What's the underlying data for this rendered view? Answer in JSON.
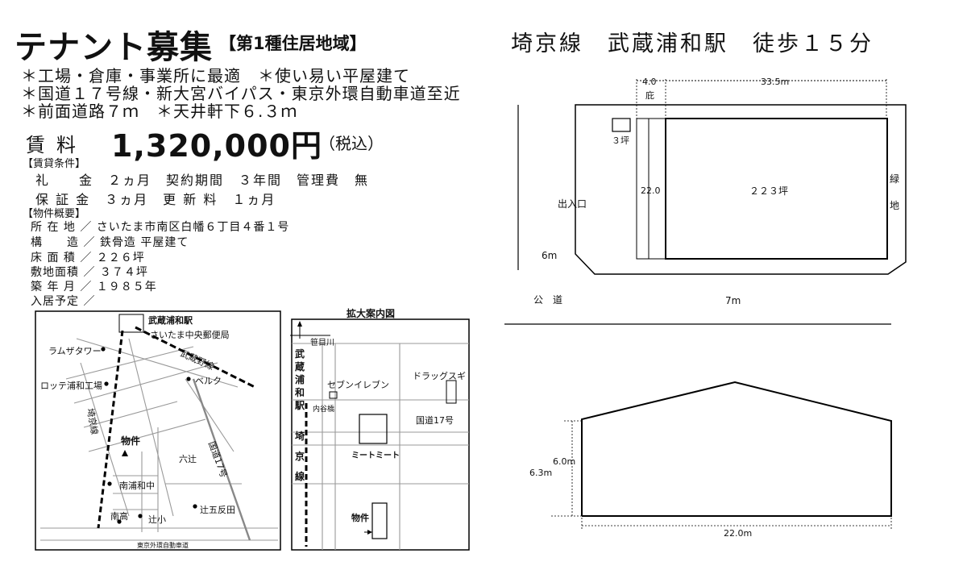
{
  "header": {
    "title": "テナント募集",
    "zone": "【第1種住居地域】",
    "features": [
      "＊工場・倉庫・事業所に最適　＊使い易い平屋建て",
      "＊国道１７号線・新大宮バイパス・東京外環自動車道至近",
      "＊前面道路７ｍ　＊天井軒下６.３ｍ"
    ]
  },
  "rent": {
    "label": "賃料",
    "amount": "1,320,000円",
    "tax": "（税込）"
  },
  "conditions": {
    "heading": "【賃貸条件】",
    "lines": [
      "礼　　金　２ヵ月　契約期間　３年間　管理費　無",
      "保 証 金　３ヵ月　更 新 料　１ヵ月"
    ]
  },
  "property": {
    "heading": "【物件概要】",
    "rows": [
      "所 在 地 ／ さいたま市南区白幡６丁目４番１号",
      "構　　造 ／ 鉄骨造 平屋建て",
      "床 面 積 ／ ２２６坪",
      "敷地面積 ／ ３７４坪",
      "築 年 月 ／ １９８５年",
      "入居予定 ／"
    ]
  },
  "access": {
    "station": "埼京線　武蔵浦和駅　徒歩１５分"
  },
  "site_plan": {
    "dim_gap": "4.0",
    "dim_eave": "庇",
    "dim_width": "33.5m",
    "small_area": "３坪",
    "depth": "22.0",
    "main_area": "２２３坪",
    "green": [
      "緑",
      "地"
    ],
    "entrance": "出入口",
    "side_road": "6m",
    "public_road": "公　道",
    "front_road": "7m"
  },
  "elevation": {
    "eave_height": "6.0m",
    "ceiling_height": "6.3m",
    "width": "22.0m"
  },
  "area_map": {
    "station": "武蔵浦和駅",
    "post_office": "さいたま中央郵便局",
    "musashino_line": "武蔵野線",
    "ramza": "ラムザタワー",
    "lotte": "ロッテ浦和工場",
    "belk": "ベルク",
    "saikyo_line": "埼京線",
    "property": "物件",
    "rokutsuji": "六辻",
    "route17": "国道17号",
    "minami_urawa_jh": "南浦和中",
    "minami_high": "南高",
    "tsuji_elem": "辻小",
    "tsuji_gotanda": "辻五反田",
    "expressway": "東京外環自動車道"
  },
  "detail_map": {
    "title": "拡大案内図",
    "sasame_river": "笹目川",
    "station_vertical": [
      "武",
      "蔵",
      "浦",
      "和",
      "駅"
    ],
    "seven_eleven": "セブンイレブン",
    "drugstore": "ドラッグスギ",
    "uchiyabashi": "内谷橋",
    "route17": "国道17号",
    "meat_meat": "ミートミート",
    "saikyo_vertical": [
      "埼",
      "京",
      "線"
    ],
    "property": "物件"
  }
}
